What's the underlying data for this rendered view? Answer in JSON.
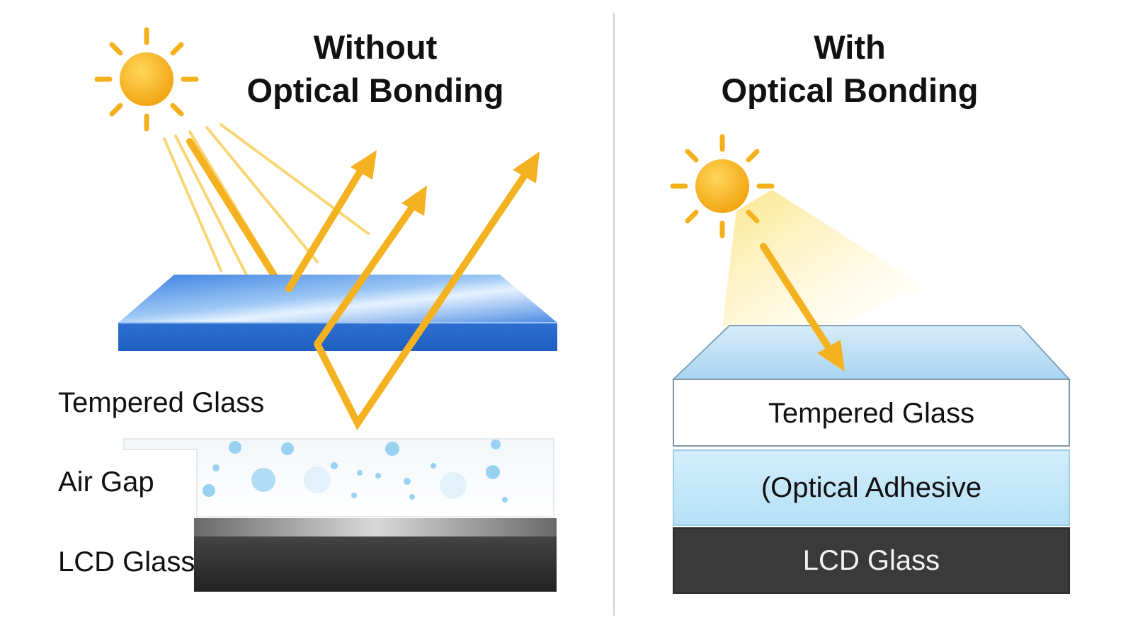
{
  "left": {
    "title_line1": "Without",
    "title_line2": "Optical Bonding",
    "labels": {
      "tempered_glass": "Tempered Glass",
      "air_gap": "Air Gap",
      "lcd_glass": "LCD Glass"
    }
  },
  "right": {
    "title_line1": "With",
    "title_line2": "Optical Bonding",
    "layers": {
      "tempered_glass": "Tempered Glass",
      "optical_adhesive": "(Optical Adhesive",
      "lcd_glass": "LCD Glass"
    }
  },
  "colors": {
    "sun": "#f5b01c",
    "ray": "#f4b221",
    "glass_blue": "#2f76d6",
    "adhesive": "#bfe6f7",
    "lcd": "#3a3a3a",
    "divider": "#cfcfcf"
  },
  "icons": [
    "sun-icon",
    "arrow-icon"
  ]
}
